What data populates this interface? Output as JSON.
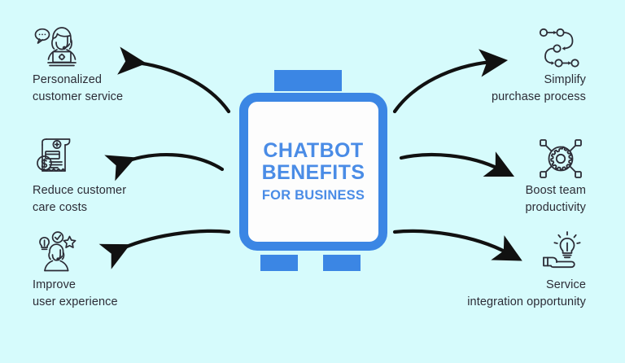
{
  "theme": {
    "background_color": "#d6fbfc",
    "accent_blue": "#3b86e4",
    "title_blue": "#4a8ce6",
    "text_color": "#2c2c36",
    "card_fill": "#fdfdfd",
    "arrow_color": "#111111"
  },
  "center": {
    "title_line1": "CHATBOT",
    "title_line2": "BENEFITS",
    "subtitle": "FOR BUSINESS",
    "tab_top_name": "tab-top",
    "tab_bottom_left_name": "tab-bottom-left",
    "tab_bottom_right_name": "tab-bottom-right"
  },
  "benefits_left": [
    {
      "label": "Personalized\ncustomer service",
      "icon": "support-agent-headset-laptop-icon"
    },
    {
      "label": "Reduce customer\ncare costs",
      "icon": "invoice-dollar-icon"
    },
    {
      "label": "Improve\nuser experience",
      "icon": "user-experience-rating-icon"
    }
  ],
  "benefits_right": [
    {
      "label": "Simplify\npurchase process",
      "icon": "flowchart-nodes-icon"
    },
    {
      "label": "Boost team\nproductivity",
      "icon": "gear-network-icon"
    },
    {
      "label": "Service\nintegration opportunity",
      "icon": "hand-lightbulb-icon"
    }
  ],
  "arrows": [
    {
      "name": "arrow-to-personalized-customer-service",
      "direction": "left"
    },
    {
      "name": "arrow-to-reduce-customer-care-costs",
      "direction": "left"
    },
    {
      "name": "arrow-to-improve-user-experience",
      "direction": "left"
    },
    {
      "name": "arrow-to-simplify-purchase-process",
      "direction": "right"
    },
    {
      "name": "arrow-to-boost-team-productivity",
      "direction": "right"
    },
    {
      "name": "arrow-to-service-integration-opportunity",
      "direction": "right"
    }
  ]
}
